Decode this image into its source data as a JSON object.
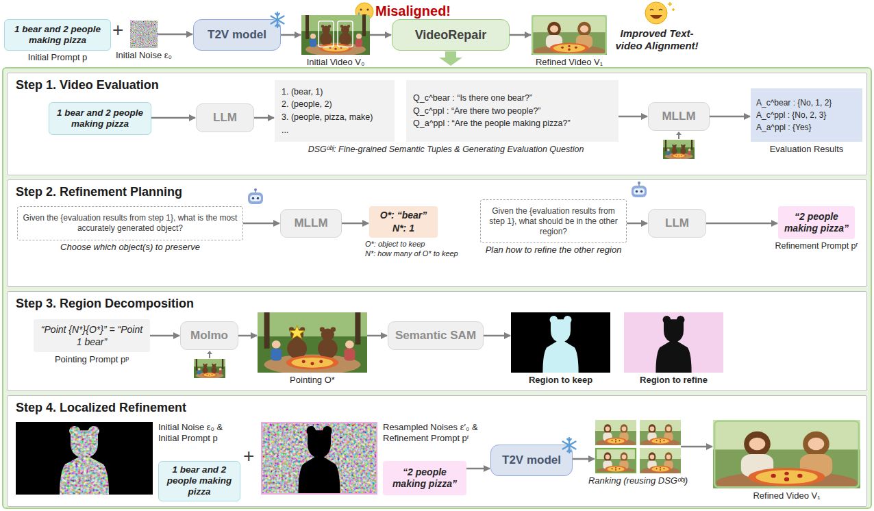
{
  "diagram": {
    "nodes": [
      {
        "text": [
          "1 bear and 2 people making pizza",
          "Initial Prompt p"
        ]
      },
      {
        "text": [
          "Initial Noise ε₀"
        ]
      },
      {
        "text": [
          "T2V model"
        ]
      },
      {
        "text": [
          "Initial Video V₀"
        ]
      },
      {
        "text": [
          "VideoRepair"
        ]
      },
      {
        "text": [
          "Refined Video V₁"
        ]
      },
      {
        "text": [
          "Step 1. Video Evaluation"
        ]
      },
      {
        "text": [
          "1 bear and 2 people making pizza"
        ],
        "in": 6
      },
      {
        "text": [
          "LLM"
        ],
        "in": 6
      },
      {
        "text": [
          "1. (bear, 1)",
          "2. (people, 2)",
          "3. (people, pizza, make)",
          "..."
        ],
        "in": 6
      },
      {
        "text": [
          "Q_c^bear : “Is there one bear?”",
          "Q_c^ppl : “Are there two people?”",
          "Q_a^ppl : “Are the people making pizza?”"
        ],
        "in": 6
      },
      {
        "text": [
          "MLLM"
        ],
        "in": 6
      },
      {
        "text": [
          "A_c^bear : {No, 1, 2}",
          "A_c^ppl : {No, 2, 3}",
          "A_a^ppl : {Yes}",
          "Evaluation Results"
        ],
        "in": 6
      },
      {
        "text": [
          "Step 2. Refinement Planning"
        ]
      },
      {
        "text": [
          "Given the {evaluation results from step 1}, what is the most accurately generated object?",
          "Choose which object(s) to preserve"
        ],
        "in": 13
      },
      {
        "text": [
          "MLLM"
        ],
        "in": 13
      },
      {
        "text": [
          "O*: “bear”",
          "N*: 1",
          "O*: object to keep",
          "N*: how many of O* to keep"
        ],
        "in": 13
      },
      {
        "text": [
          "Given the {evaluation results from step 1}, what should be in the other region?",
          "Plan how to refine the other region"
        ],
        "in": 13
      },
      {
        "text": [
          "LLM"
        ],
        "in": 13
      },
      {
        "text": [
          "“2 people making pizza”",
          "Refinement Prompt pʳ"
        ],
        "in": 13
      },
      {
        "text": [
          "Step 3. Region Decomposition"
        ]
      },
      {
        "text": [
          "“Point {N*}{O*}” = “Point 1 bear”",
          "Pointing Prompt pᵖ"
        ],
        "in": 20
      },
      {
        "text": [
          "Molmo"
        ],
        "in": 20
      },
      {
        "text": [
          "Pointing O*"
        ],
        "in": 20
      },
      {
        "text": [
          "Semantic SAM"
        ],
        "in": 20
      },
      {
        "text": [
          "Region to keep"
        ],
        "in": 20
      },
      {
        "text": [
          "Region to refine"
        ],
        "in": 20
      },
      {
        "text": [
          "Step 4. Localized Refinement"
        ]
      },
      {
        "text": [
          "Initial Noise ε₀ & Initial Prompt p"
        ],
        "in": 27
      },
      {
        "text": [
          "1 bear and 2 people making pizza"
        ],
        "in": 27
      },
      {
        "text": [
          "Resampled Noises ε′₀ & Refinement Prompt pʳ"
        ],
        "in": 27
      },
      {
        "text": [
          "“2 people making pizza”"
        ],
        "in": 27
      },
      {
        "text": [
          "T2V model"
        ],
        "in": 27
      },
      {
        "text": [
          "Ranking (reusing DSGᵒᵇʲ)"
        ],
        "in": 27
      },
      {
        "text": [
          "Refined Video V₁"
        ],
        "in": 27
      }
    ],
    "edges": [
      {
        "from": 1,
        "to": 2,
        "arrow": "to"
      },
      {
        "from": 2,
        "to": 3,
        "arrow": "to"
      },
      {
        "from": 3,
        "to": 4,
        "arrow": "to"
      },
      {
        "from": 4,
        "to": 5,
        "arrow": "to"
      },
      {
        "from": 7,
        "to": 8,
        "arrow": "to"
      },
      {
        "from": 8,
        "to": 9,
        "arrow": "to"
      },
      {
        "from": 10,
        "to": 11,
        "arrow": "to"
      },
      {
        "from": 11,
        "to": 12,
        "arrow": "to"
      },
      {
        "from": 14,
        "to": 15,
        "arrow": "to"
      },
      {
        "from": 15,
        "to": 16,
        "arrow": "to"
      },
      {
        "from": 17,
        "to": 18,
        "arrow": "to"
      },
      {
        "from": 18,
        "to": 19,
        "arrow": "to"
      },
      {
        "from": 21,
        "to": 22,
        "arrow": "to"
      },
      {
        "from": 22,
        "to": 23,
        "arrow": "to"
      },
      {
        "from": 23,
        "to": 24,
        "arrow": "to"
      },
      {
        "from": 24,
        "to": 25,
        "arrow": "to"
      },
      {
        "from": 31,
        "to": 32,
        "arrow": "to"
      },
      {
        "from": 32,
        "to": 33,
        "arrow": "to"
      },
      {
        "from": 33,
        "to": 34,
        "arrow": "to"
      }
    ],
    "labels": [
      "+",
      "Misaligned!",
      "Improved Text-video Alignment!",
      "DSGᵒᵇʲ: Fine-grained Semantic Tuples & Generating Evaluation Question",
      "+"
    ]
  }
}
